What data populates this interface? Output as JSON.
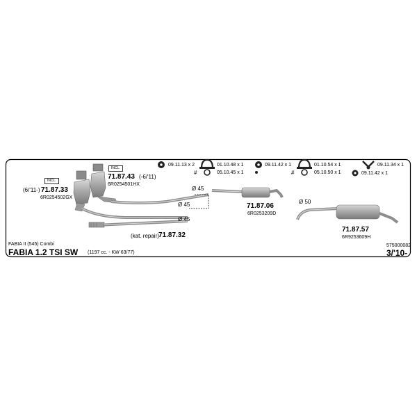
{
  "diagram": {
    "vehicle": {
      "model": "FABIA II (545) Combi",
      "title": "FABIA 1.2 TSI SW",
      "engine": "(1197 cc. - KW 63/77)",
      "catalog_code": "575000082",
      "date_from": "3/'10-"
    },
    "parts": [
      {
        "prefix": "(6/'11-)",
        "number": "71.87.33",
        "oem": "6R0254502GX",
        "badge": "INCL."
      },
      {
        "number": "71.87.43",
        "suffix": "(-6/'11)",
        "oem": "6R0254501HX",
        "badge": "INCL."
      },
      {
        "prefix": "(kat. repair)",
        "number": "71.87.32"
      },
      {
        "number": "71.87.06",
        "oem": "6R0253209D"
      },
      {
        "number": "71.87.57",
        "oem": "6R9253609H"
      }
    ],
    "diameters": [
      "Ø 45",
      "Ø 45",
      "Ø 45",
      "Ø 50"
    ],
    "hardware": [
      {
        "code": "09.11.13 x 2"
      },
      {
        "code": "01.10.48 x 1"
      },
      {
        "code": "05.10.45 x 1"
      },
      {
        "code": "09.11.42 x 1"
      },
      {
        "code": "01.10.54 x 1"
      },
      {
        "code": "05.10.50 x 1"
      },
      {
        "code": "09.11.34 x 1"
      },
      {
        "code": "09.11.42 x 1"
      }
    ],
    "colors": {
      "pipe": "#a9a9a9",
      "pipe_edge": "#777777",
      "frame": "#000000",
      "part_dark": "#555555"
    }
  }
}
